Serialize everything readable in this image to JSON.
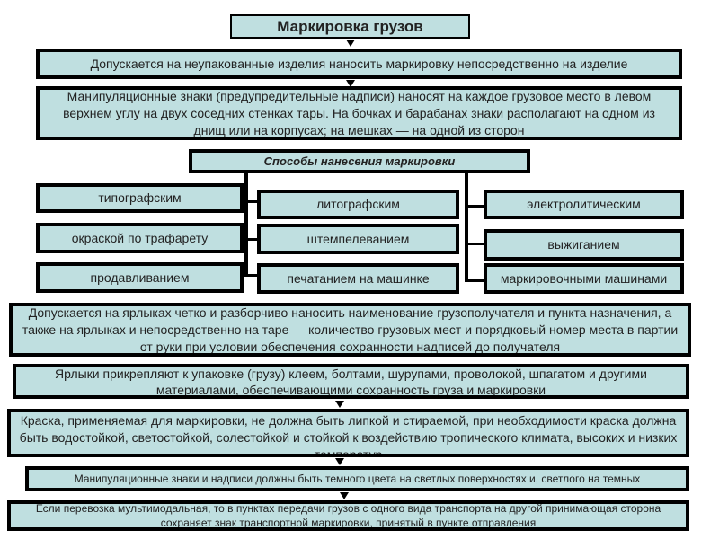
{
  "title": "Маркировка грузов",
  "box_unpacked": "Допускается на неупакованные изделия наносить маркировку  непосредственно на изделие",
  "box_manipulation": "Манипуляционные знаки (предупредительные надписи) наносят на каждое грузовое место в левом верхнем углу на двух соседних стенках тары. На бочках и барабанах знаки располагают на одном из днищ или на корпусах; на мешках — на одной из сторон",
  "methods": {
    "header": "Способы нанесения маркировки",
    "left": [
      "типографским",
      "окраской по трафарету",
      "продавливанием"
    ],
    "middle": [
      "литографским",
      "штемпелеванием",
      "печатанием на машинке"
    ],
    "right": [
      "электролитическим",
      "выжиганием",
      "маркировочными машинами"
    ]
  },
  "box_labels": "Допускается на ярлыках четко и разборчиво наносить наименование грузополучателя и пункта назначения, а также на ярлыках и непосредственно на таре — количество грузовых мест и порядковый номер места в партии от руки при условии обеспечения сохранности надписей до получателя",
  "box_attach": "Ярлыки прикрепляют к упаковке (грузу) клеем, болтами, шурупами, проволокой, шпагатом и другими материалами, обеспечивающими сохранность груза и маркировки",
  "box_paint": "Краска, применяемая для маркировки, не должна быть липкой и стираемой, при необходимости краска должна быть водостойкой, светостойкой, солестойкой и стойкой к воздействию тропического климата, высоких и низких температур",
  "box_color": "Манипуляционные знаки и надписи должны быть темного цвета на светлых поверхностях и, светлого на темных",
  "box_multimodal": "Если перевозка мультимодальная, то в пунктах передачи грузов с одного вида транспорта на другой принимающая сторона сохраняет знак транспортной маркировки, принятый в пункте отправления",
  "colors": {
    "fill": "#bfdfe0",
    "border": "#000000"
  }
}
